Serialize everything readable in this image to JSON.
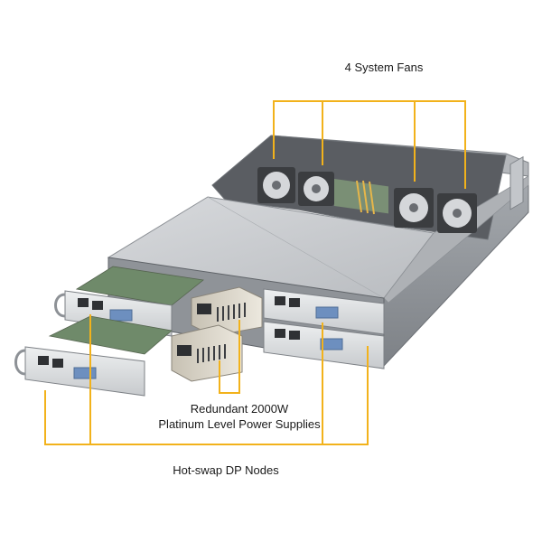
{
  "callouts": {
    "fans": "4 System Fans",
    "psu_line1": "Redundant 2000W",
    "psu_line2": "Platinum Level Power Supplies",
    "nodes": "Hot-swap DP Nodes"
  },
  "colors": {
    "callout_line": "#f2b21b",
    "chassis_top": "#c9ccd0",
    "chassis_side": "#9a9ea3",
    "chassis_dark": "#4a4d52",
    "panel_light": "#e4e6e8",
    "pcb_green": "#6f8a6a",
    "psu_metal": "#d9d4c8",
    "fan_dark": "#3b3d40"
  }
}
